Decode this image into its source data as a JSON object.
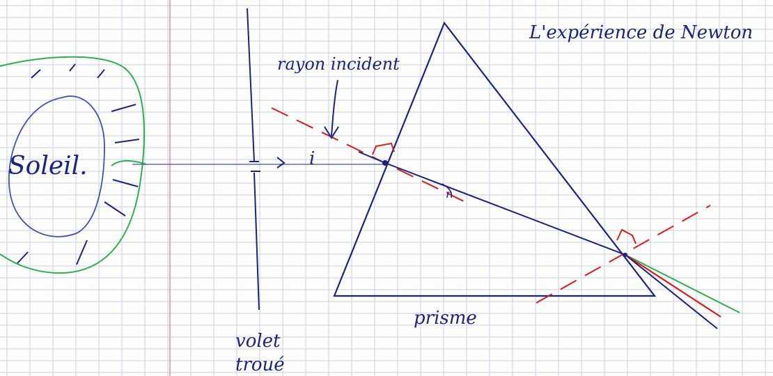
{
  "title": "L'expérience de Newton",
  "labels": {
    "sun": "Soleil.",
    "incident_ray": "rayon incident",
    "angle_i": "i",
    "angle_r": "r",
    "prism": "prisme",
    "shutter_line1": "volet",
    "shutter_line2": "troué"
  },
  "colors": {
    "paper": "#fdfdfc",
    "grid": "#c9cfe6",
    "margin": "#ef8a9a",
    "ink_blue": "#1a237e",
    "light_blue": "#3f51b5",
    "green": "#2bb24c",
    "red": "#d81b1b"
  }
}
